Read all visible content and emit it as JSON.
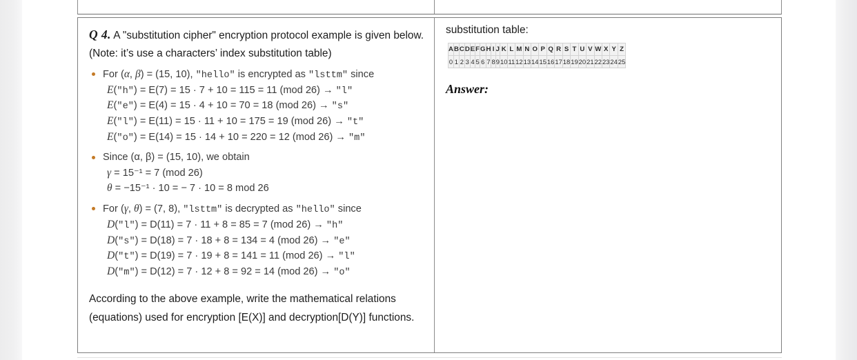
{
  "document": {
    "question": {
      "label": "Q 4.",
      "intro": "A \"substitution cipher\" encryption protocol example is given below.(Note: it’s use a characters’ index substitution table)",
      "bullets": [
        {
          "head_parts": {
            "pre": "For (",
            "sym1": "α",
            "comma": ", ",
            "sym2": "β",
            "mid": ") = (15, 10), ",
            "mono1": "\"hello\"",
            "mid2": " is encrypted as ",
            "mono2": "\"lsttm\"",
            "post": " since"
          },
          "equations": [
            {
              "fn": "E",
              "arg_mono": "\"h\"",
              "rest": " = E(7) = 15 · 7 + 10 = 115 = 11  (mod 26) → ",
              "result_mono": "\"l\""
            },
            {
              "fn": "E",
              "arg_mono": "\"e\"",
              "rest": " = E(4) = 15 · 4 + 10 = 70 = 18  (mod 26) → ",
              "result_mono": "\"s\""
            },
            {
              "fn": "E",
              "arg_mono": "\"l\"",
              "rest": " = E(11) = 15 · 11 + 10 = 175 = 19  (mod 26) → ",
              "result_mono": "\"t\""
            },
            {
              "fn": "E",
              "arg_mono": "\"o\"",
              "rest": " = E(14) = 15 · 14 + 10 = 220 = 12  (mod 26) → ",
              "result_mono": "\"m\""
            }
          ]
        },
        {
          "head_text": "Since (α, β) = (15, 10), we obtain",
          "gamma_line": "= 15⁻¹  =  7 (mod 26)",
          "theta_line": "= −15⁻¹ · 10  =  − 7 · 10  =  8 mod 26"
        },
        {
          "head_parts": {
            "pre": "For (",
            "sym1": "γ",
            "comma": ", ",
            "sym2": "θ",
            "mid": ") = (7, 8), ",
            "mono1": "\"lsttm\"",
            "mid2": " is decrypted as ",
            "mono2": "\"hello\"",
            "post": " since"
          },
          "equations": [
            {
              "fn": "D",
              "arg_mono": "\"l\"",
              "rest": " = D(11) = 7 · 11 + 8 = 85 = 7  (mod 26) → ",
              "result_mono": "\"h\""
            },
            {
              "fn": "D",
              "arg_mono": "\"s\"",
              "rest": " = D(18) = 7 · 18 + 8 = 134 = 4  (mod 26) → ",
              "result_mono": "\"e\""
            },
            {
              "fn": "D",
              "arg_mono": "\"t\"",
              "rest": " = D(19) = 7 · 19 + 8 = 141 = 11  (mod 26) → ",
              "result_mono": "\"l\""
            },
            {
              "fn": "D",
              "arg_mono": "\"m\"",
              "rest": " = D(12) = 7 · 12 + 8 = 92 = 14  (mod 26) → ",
              "result_mono": "\"o\""
            }
          ]
        }
      ],
      "closing": "According to the above example, write the mathematical relations (equations) used for encryption [E(X)] and decryption[D(Y)] functions."
    },
    "answer_panel": {
      "table_title": "substitution table:",
      "substitution_table": {
        "letters": [
          "A",
          "B",
          "C",
          "D",
          "E",
          "F",
          "G",
          "H",
          "I",
          "J",
          "K",
          "L",
          "M",
          "N",
          "O",
          "P",
          "Q",
          "R",
          "S",
          "T",
          "U",
          "V",
          "W",
          "X",
          "Y",
          "Z"
        ],
        "indices": [
          "0",
          "1",
          "2",
          "3",
          "4",
          "5",
          "6",
          "7",
          "8",
          "9",
          "10",
          "11",
          "12",
          "13",
          "14",
          "15",
          "16",
          "17",
          "18",
          "19",
          "20",
          "21",
          "22",
          "23",
          "24",
          "25"
        ]
      },
      "answer_label": "Answer:"
    },
    "colors": {
      "bullet": "#c47a26",
      "math_text": "#3a3a3a",
      "body_text": "#1c1c1c",
      "table_cell_bg": "#f2f2f2",
      "border": "#7d7d7d"
    }
  }
}
